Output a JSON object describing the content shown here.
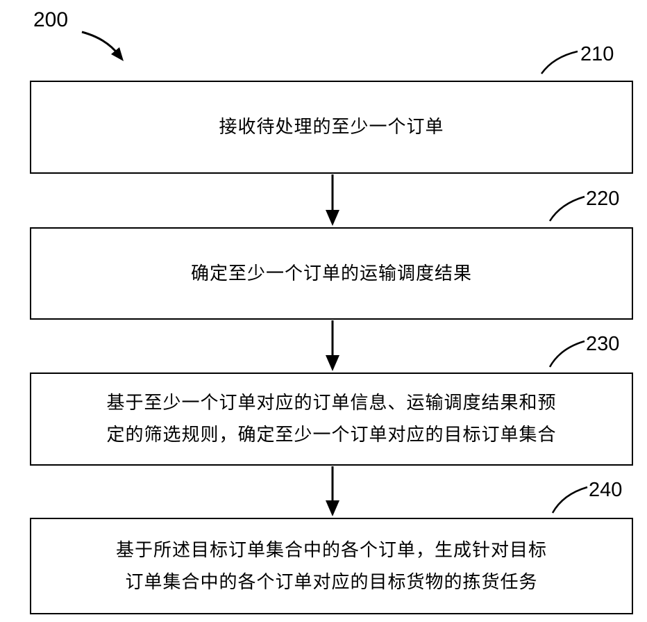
{
  "figure_label": "200",
  "steps": [
    {
      "ref": "210",
      "lines": [
        "接收待处理的至少一个订单"
      ]
    },
    {
      "ref": "220",
      "lines": [
        "确定至少一个订单的运输调度结果"
      ]
    },
    {
      "ref": "230",
      "lines": [
        "基于至少一个订单对应的订单信息、运输调度结果和预",
        "定的筛选规则，确定至少一个订单对应的目标订单集合"
      ]
    },
    {
      "ref": "240",
      "lines": [
        "基于所述目标订单集合中的各个订单，生成针对目标",
        "订单集合中的各个订单对应的目标货物的拣货任务"
      ]
    }
  ]
}
